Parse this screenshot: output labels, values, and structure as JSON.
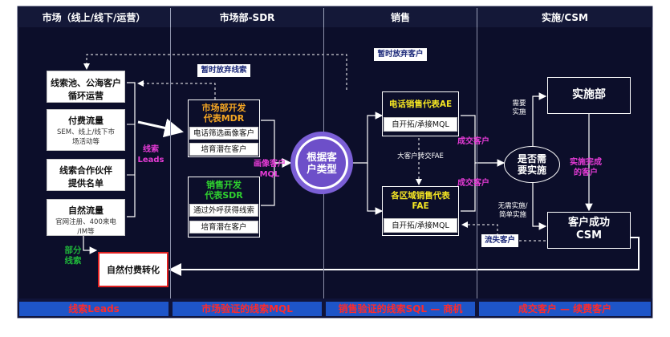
{
  "columns": [
    {
      "header": "市场（线上/线下/运营）",
      "footer": "线索Leads"
    },
    {
      "header": "市场部-SDR",
      "footer": "市场验证的线索MQL"
    },
    {
      "header": "销售",
      "footer": "销售验证的线索SQL — 商机"
    },
    {
      "header": "实施/CSM",
      "footer": "成交客户 — 续费客户"
    }
  ],
  "market": {
    "pool": {
      "line1": "线索池、公海客户",
      "line2": "循环运营"
    },
    "paid": {
      "title": "付费流量",
      "sub1": "SEM、线上/线下市",
      "sub2": "场活动等"
    },
    "partner": {
      "line1": "线索合作伙伴",
      "line2": "提供名单"
    },
    "natural": {
      "title": "自然流量",
      "sub1": "官网注册、400来电",
      "sub2": "/IM等"
    },
    "organic": "自然付费转化",
    "leads_label1": "线索",
    "leads_label2": "Leads",
    "partial1": "部分",
    "partial2": "线索"
  },
  "sdr": {
    "pause_label": "暂时放弃线索",
    "mdr": {
      "title1": "市场部开发",
      "title2": "代表MDR",
      "item1": "电话筛选画像客户",
      "item2": "培育潜在客户"
    },
    "sdr": {
      "title1": "销售开发",
      "title2": "代表SDR",
      "item1": "通过外呼获得线索",
      "item2": "培育潜在客户"
    },
    "mql1": "画像客户",
    "mql2": "MQL"
  },
  "sales": {
    "pause_label": "暂时放弃客户",
    "decision1": "根据客",
    "decision2": "户类型",
    "ae": {
      "title": "电话销售代表AE",
      "item": "自开拓/承接MQL"
    },
    "fae": {
      "title1": "各区域销售代表",
      "title2": "FAE",
      "item": "自开拓/承接MQL"
    },
    "transfer": "大客户转交FAE",
    "deal1": "成交客户",
    "deal2": "成交客户",
    "churn": "流失客户"
  },
  "csm": {
    "impl": "实施部",
    "decision1": "是否需",
    "decision2": "要实施",
    "need1": "需要",
    "need2": "实施",
    "noneed1": "无需实施/",
    "noneed2": "简单实施",
    "done1": "实施完成",
    "done2": "的客户",
    "success1": "客户成功",
    "success2": "CSM"
  }
}
